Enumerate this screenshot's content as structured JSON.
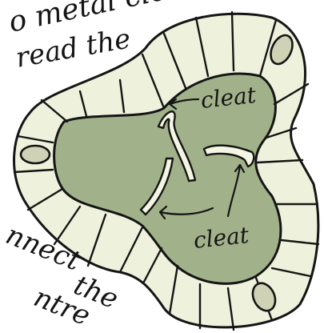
{
  "handwriting": {
    "line1": "o metal cleats",
    "line2": "read the",
    "line3": "nnect",
    "line4": "the",
    "line5": "ntre"
  },
  "labels": {
    "cleat_top": "cleat",
    "cleat_bottom": "cleat"
  },
  "colors": {
    "rim_fill": "#eef1dc",
    "centre_fill": "#a1b28a",
    "hole_fill": "#cfd2b4",
    "ink": "#151515",
    "paper": "#ffffff"
  }
}
